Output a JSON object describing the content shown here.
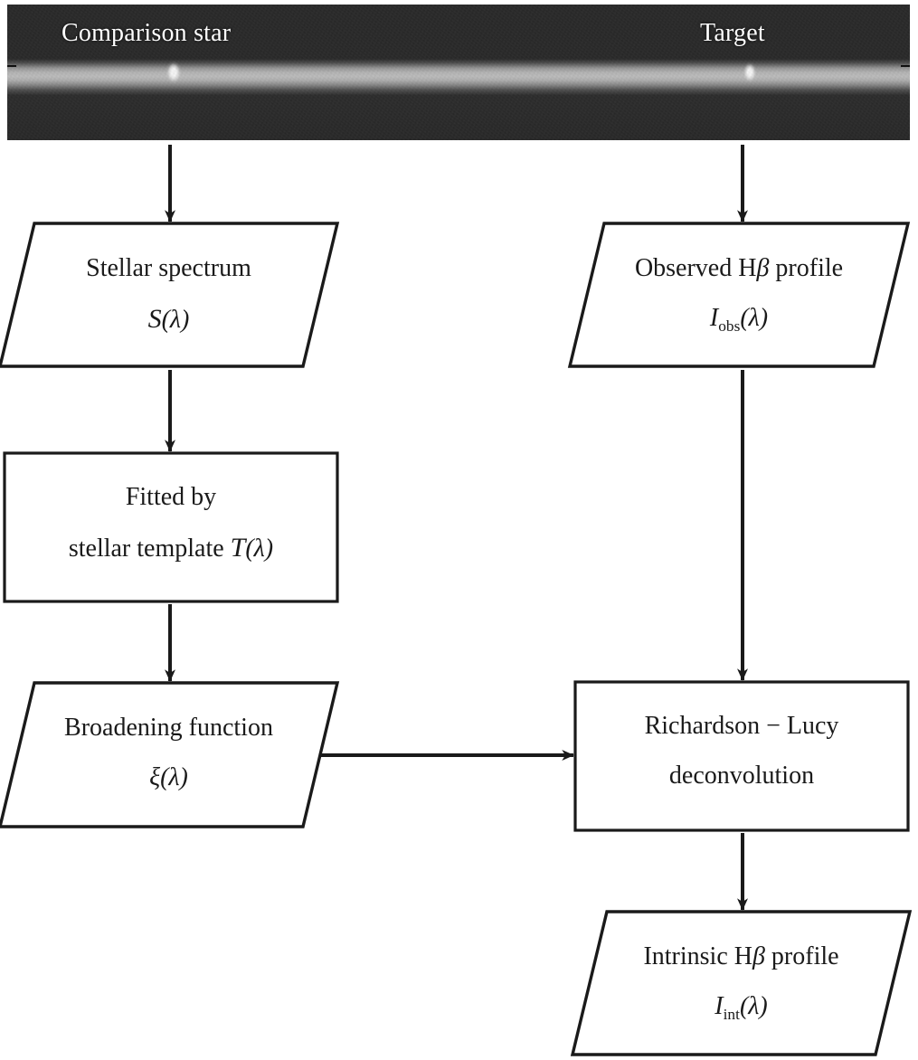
{
  "figure": {
    "type": "flowchart",
    "title": "Richardson-Lucy deconvolution workflow for H-beta profile"
  },
  "spectrum_image": {
    "name": "long-slit-spectrum",
    "labels": {
      "comparison": "Comparison star",
      "target": "Target"
    },
    "description": "Grayscale long-slit spectral strip with two bright point sources"
  },
  "nodes": {
    "stellar_spectrum": {
      "shape": "parallelogram",
      "line1": "Stellar spectrum",
      "line2_symbol": "S",
      "line2_arg": "(λ)"
    },
    "observed_profile": {
      "shape": "parallelogram",
      "line1_pre": "Observed H",
      "line1_beta": "β",
      "line1_post": " profile",
      "line2_symbol": "I",
      "line2_sub": "obs",
      "line2_arg": "(λ)"
    },
    "fitted_template": {
      "shape": "rectangle",
      "line1": "Fitted by",
      "line2_pre": "stellar template ",
      "line2_symbol": "T",
      "line2_arg": "(λ)"
    },
    "broadening_function": {
      "shape": "parallelogram",
      "line1": "Broadening function",
      "line2_symbol": "ξ",
      "line2_arg": "(λ)"
    },
    "richardson_lucy": {
      "shape": "rectangle",
      "line1": "Richardson − Lucy",
      "line2": "deconvolution"
    },
    "intrinsic_profile": {
      "shape": "parallelogram",
      "line1_pre": "Intrinsic H",
      "line1_beta": "β",
      "line1_post": " profile",
      "line2_symbol": "I",
      "line2_sub": "int",
      "line2_arg": "(λ)"
    }
  },
  "edges": [
    {
      "name": "comparison-star-to-stellar-spectrum",
      "from": "spectrum-image",
      "to": "stellar-spectrum",
      "direction": "down"
    },
    {
      "name": "target-to-observed-profile",
      "from": "spectrum-image",
      "to": "observed-profile",
      "direction": "down"
    },
    {
      "name": "stellar-spectrum-to-fitted-template",
      "from": "stellar-spectrum",
      "to": "fitted-template",
      "direction": "down"
    },
    {
      "name": "fitted-template-to-broadening-function",
      "from": "fitted-template",
      "to": "broadening-function",
      "direction": "down"
    },
    {
      "name": "broadening-function-to-richardson-lucy",
      "from": "broadening-function",
      "to": "richardson-lucy",
      "direction": "right"
    },
    {
      "name": "observed-profile-to-richardson-lucy",
      "from": "observed-profile",
      "to": "richardson-lucy",
      "direction": "down"
    },
    {
      "name": "richardson-lucy-to-intrinsic-profile",
      "from": "richardson-lucy",
      "to": "intrinsic-profile",
      "direction": "down"
    }
  ],
  "colors": {
    "stroke": "#1a1a1a",
    "fill": "#ffffff",
    "background": "#ffffff",
    "label_text": "#ffffff"
  }
}
